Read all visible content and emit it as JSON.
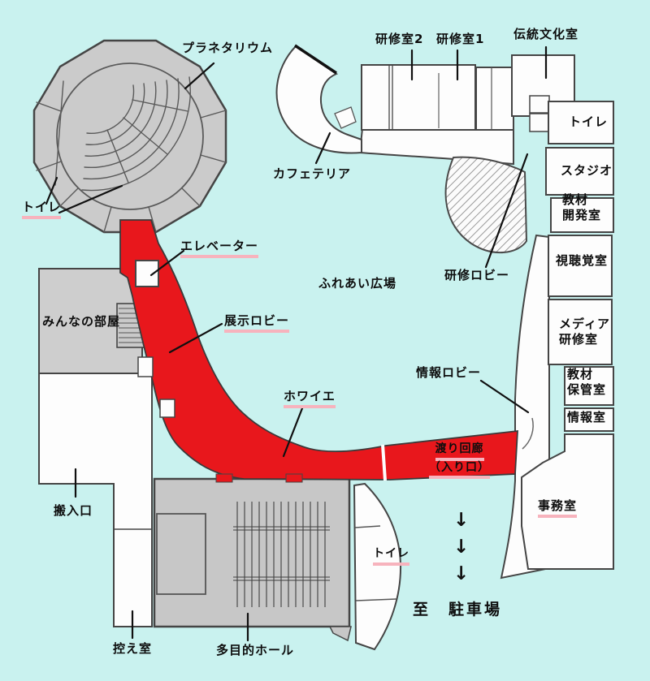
{
  "colors": {
    "background": "#c9f2ef",
    "corridor_red": "#e8171c",
    "room_gray": "#c9c9c9",
    "underline_pink": "#f7b3bd",
    "wall": "#3f3f3f"
  },
  "labels": {
    "planetarium": "プラネタリウム",
    "toilet": "トイレ",
    "training_room_2": "研修室2",
    "training_room_1": "研修室1",
    "traditional_culture_room": "伝統文化室",
    "studio": "スタジオ",
    "material_dev_line1": "教材",
    "material_dev_line2": "開発室",
    "audio_visual_room": "視聴覚室",
    "media_training_line1": "メディア",
    "media_training_line2": "研修室",
    "material_storage_line1": "教材",
    "material_storage_line2": "保管室",
    "information_room": "情報室",
    "office": "事務室",
    "cafeteria": "カフェテリア",
    "training_lobby": "研修ロビー",
    "fureai_plaza": "ふれあい広場",
    "information_lobby": "情報ロビー",
    "elevator": "エレベーター",
    "minna_room": "みんなの部屋",
    "exhibition_lobby": "展示ロビー",
    "foyer": "ホワイエ",
    "crossing_corridor_line1": "渡り回廊",
    "crossing_corridor_line2": "（入り口）",
    "carry_in_entrance": "搬入口",
    "waiting_room": "控え室",
    "multipurpose_hall": "多目的ホール",
    "to_parking": "至　駐車場",
    "down_arrow": "↓"
  }
}
